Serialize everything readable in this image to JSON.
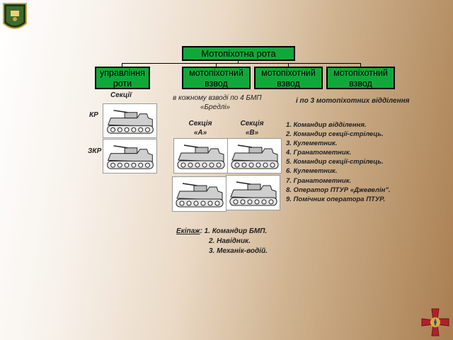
{
  "org": {
    "title": "Мотопіхотна рота",
    "units": [
      {
        "line1": "управління",
        "line2": "роти"
      },
      {
        "line1": "мотопіхотний",
        "line2": "взвод"
      },
      {
        "line1": "мотопіхотний",
        "line2": "взвод"
      },
      {
        "line1": "мотопіхотний",
        "line2": "взвод"
      }
    ]
  },
  "left": {
    "sections_label": "Секції",
    "kr_label": "КР",
    "zkr_label": "ЗКР"
  },
  "center": {
    "note_line1": "в кожному взводі по 4 БМП",
    "note_line2": "«Бредлі»",
    "section_a_line1": "Секція",
    "section_a_line2": "«А»",
    "section_b_line1": "Секція",
    "section_b_line2": "«В»"
  },
  "right": {
    "note": "і по 3 мотопіхотних відділення",
    "crew_list": [
      "1. Командир відділення.",
      "2. Командир секції-стрілець.",
      "3. Кулеметник.",
      "4. Гранатометник.",
      "5. Командир секції-стрілець.",
      "6. Кулеметник.",
      "7. Гранатометник.",
      "8. Оператор ПТУР «Джевелін\".",
      "9. Помічник оператора ПТУР."
    ]
  },
  "crew": {
    "label": "Екіпаж",
    "line1": ": 1. Командир БМП.",
    "line2": "2. Навідник.",
    "line3": "3. Механік-водій."
  },
  "colors": {
    "box_fill": "#11a83a",
    "box_border": "#000000"
  }
}
